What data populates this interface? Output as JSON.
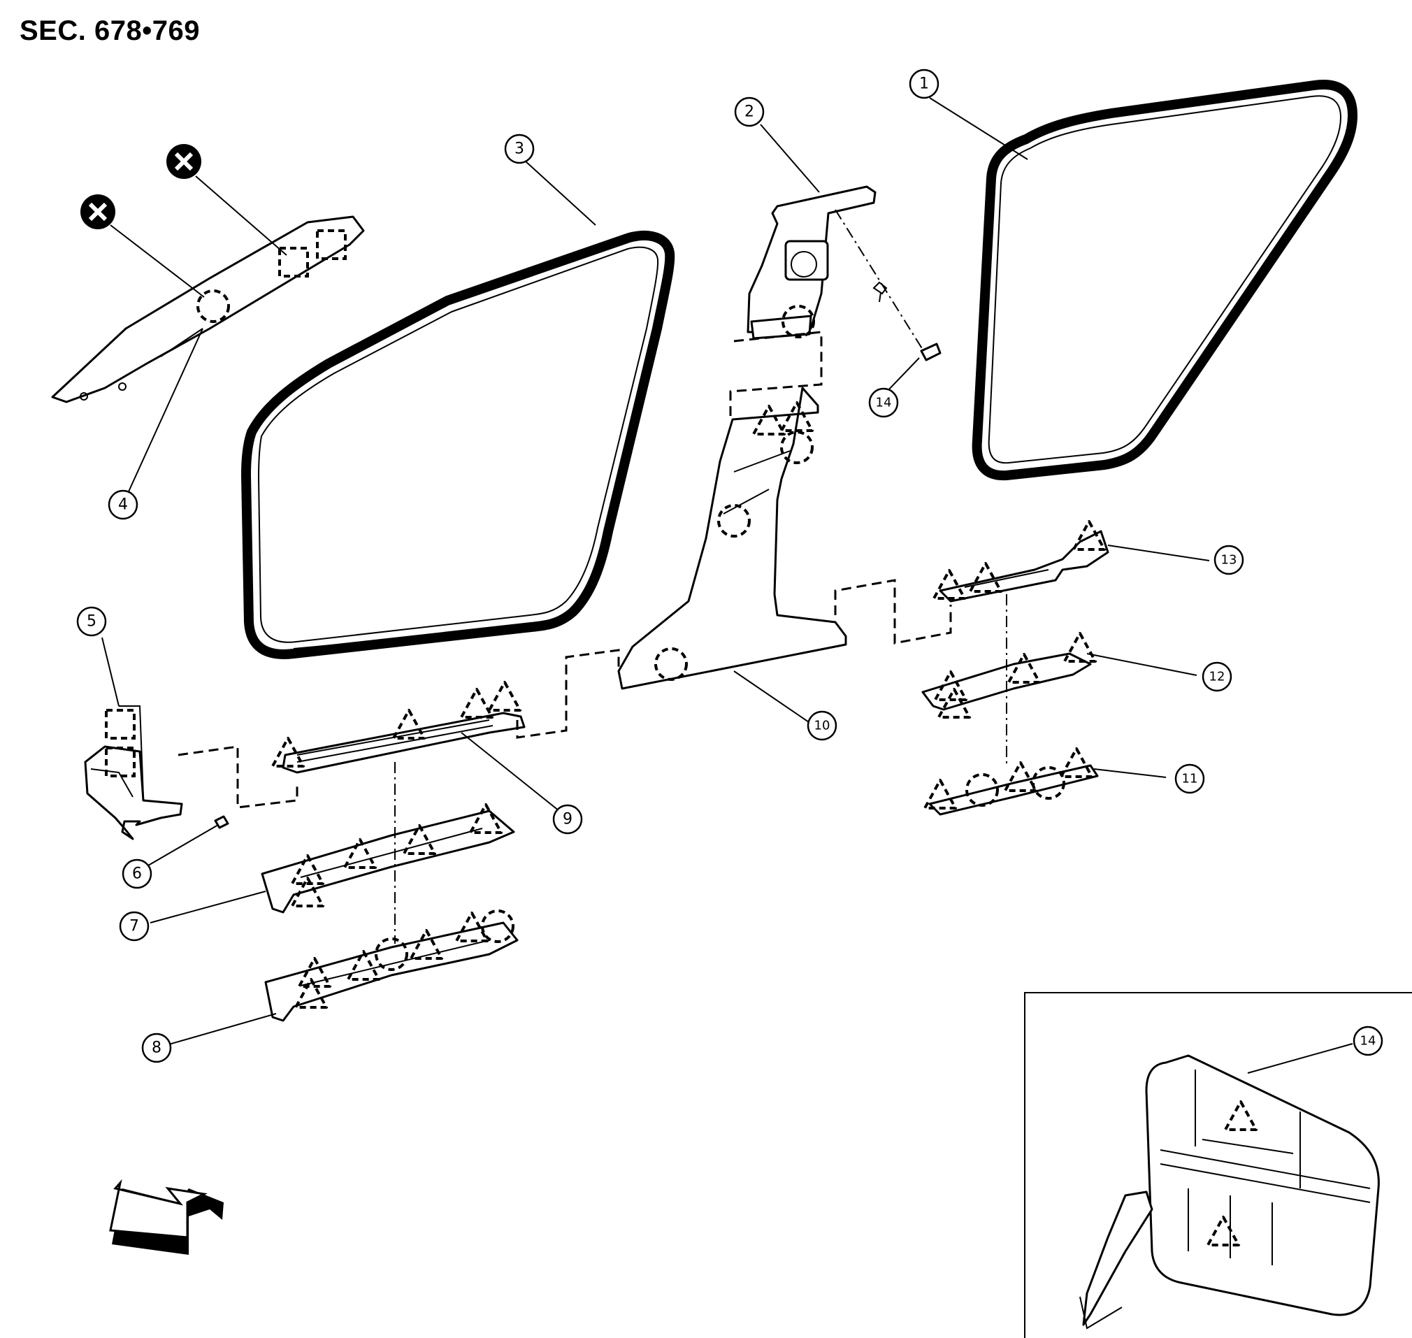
{
  "header": {
    "section_label": "SEC. 678•769"
  },
  "callouts": [
    "1",
    "2",
    "3",
    "4",
    "5",
    "6",
    "7",
    "8",
    "9",
    "10",
    "11",
    "12",
    "13",
    "14",
    "14"
  ],
  "icons": {
    "do_not_reuse": "x-circle-icon",
    "clip_marker": "dashed-triangle-icon",
    "pawl_marker": "dashed-circle-icon",
    "metal_clip_marker": "dashed-square-icon",
    "direction": "front-arrow-icon"
  }
}
